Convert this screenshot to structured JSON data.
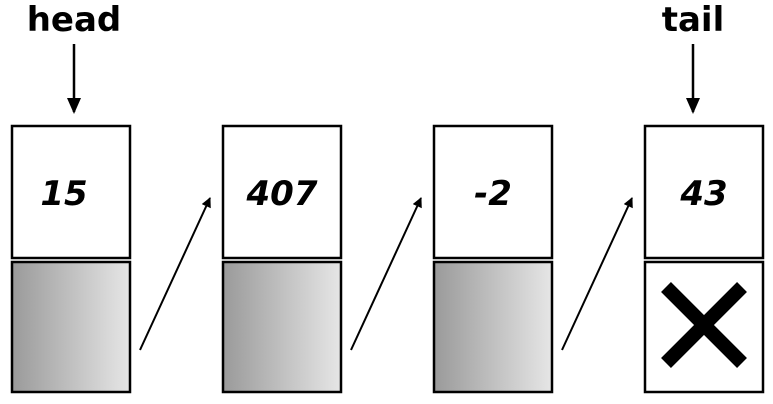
{
  "pointers": {
    "head": "head",
    "tail": "tail"
  },
  "nodes": [
    {
      "value": "15",
      "next": "pointer"
    },
    {
      "value": "407",
      "next": "pointer"
    },
    {
      "value": "-2",
      "next": "pointer"
    },
    {
      "value": "43",
      "next": "null"
    }
  ],
  "colors": {
    "stroke": "#000000",
    "pointer_cell_gradient_start": "#9a9a9a",
    "pointer_cell_gradient_end": "#e6e6e6"
  }
}
